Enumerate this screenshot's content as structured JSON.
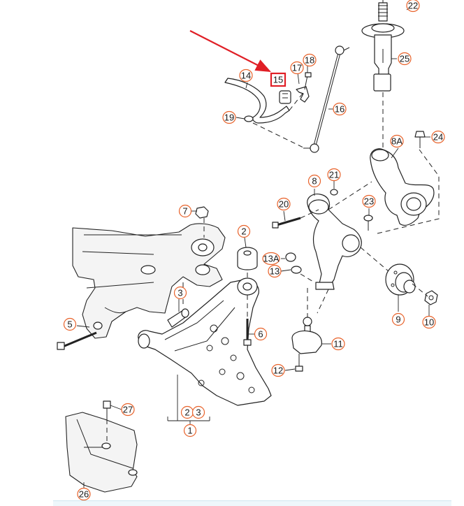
{
  "diagram": {
    "colors": {
      "callout_stroke": "#e8622a",
      "highlight": "#e01f26",
      "line": "#222222"
    },
    "callouts": [
      {
        "id": "c1",
        "text": "1"
      },
      {
        "id": "c2",
        "text": "2"
      },
      {
        "id": "c2b",
        "text": "2"
      },
      {
        "id": "c3",
        "text": "3"
      },
      {
        "id": "c3b",
        "text": "3"
      },
      {
        "id": "c5",
        "text": "5"
      },
      {
        "id": "c6",
        "text": "6"
      },
      {
        "id": "c7",
        "text": "7"
      },
      {
        "id": "c8",
        "text": "8"
      },
      {
        "id": "c8a",
        "text": "8A"
      },
      {
        "id": "c9",
        "text": "9"
      },
      {
        "id": "c10",
        "text": "10"
      },
      {
        "id": "c11",
        "text": "11"
      },
      {
        "id": "c12",
        "text": "12"
      },
      {
        "id": "c13",
        "text": "13"
      },
      {
        "id": "c13a",
        "text": "13A"
      },
      {
        "id": "c14",
        "text": "14"
      },
      {
        "id": "c15",
        "text": "15"
      },
      {
        "id": "c16",
        "text": "16"
      },
      {
        "id": "c17",
        "text": "17"
      },
      {
        "id": "c18",
        "text": "18"
      },
      {
        "id": "c19",
        "text": "19"
      },
      {
        "id": "c20",
        "text": "20"
      },
      {
        "id": "c21",
        "text": "21"
      },
      {
        "id": "c22",
        "text": "22"
      },
      {
        "id": "c23",
        "text": "23"
      },
      {
        "id": "c24",
        "text": "24"
      },
      {
        "id": "c25",
        "text": "25"
      },
      {
        "id": "c26",
        "text": "26"
      },
      {
        "id": "c27",
        "text": "27"
      }
    ],
    "highlighted_part": "15"
  }
}
